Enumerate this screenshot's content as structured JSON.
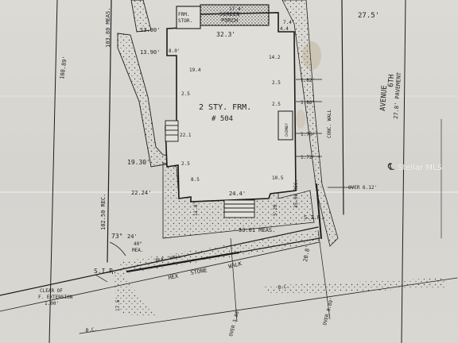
{
  "plat": {
    "house": {
      "label": "2 STY. FRM.",
      "number": "# 504",
      "width": "32.3'"
    },
    "porch": {
      "label_a": "FRM.",
      "label_b": "STOR.",
      "label_c": "SCREEN",
      "label_d": "PORCH",
      "width": "17.4'"
    },
    "dims": {
      "top_left_a": "13.90'",
      "top_left_b": "13.90'",
      "left_side": "19.4",
      "mid_left": "19.30'",
      "low_left": "22.24'",
      "bottom_house": "24.4'",
      "left_rec": "102.50 REC.",
      "right_rec": "103.80 MEAS.",
      "far_left": "108.89'",
      "frontage_top": "27.5'",
      "walk": "53.01 MEAS.",
      "right_rec_side": "35.00 REC.",
      "over_a": "OVER 6.12'",
      "over_b": "OVER 3.86'",
      "over_c": "OVER 8.00'",
      "angle_a": "73°",
      "angle_b": "24'",
      "angle_c": "40\"",
      "angle_d": "MEA.",
      "gap": "20.8'",
      "set": "17.5'",
      "r1": "1.82'",
      "r2": "1.80'",
      "r3": "1.76'",
      "r4": "1.72'",
      "s1": "14.2",
      "s2": "2.5",
      "s3": "2.5",
      "s4": "8.0'",
      "s5": "2.5",
      "s6": "22.1",
      "s7": "2.5",
      "s8": "8.5",
      "s9": "10.5",
      "s10": "11.8'",
      "s11": "5.20",
      "s12": "4.4",
      "s13": "7.4'"
    },
    "labels": {
      "sir_left": "S.I.R.",
      "sir_right": "S.I.R.",
      "blk_wall": "BLK. WALL",
      "conc_wall": "CONC. WALL",
      "hex_a": "HEX",
      "hex_b": "STONE",
      "hex_c": "WALK",
      "bc_left": "B.C.",
      "bc_right": "B.C.",
      "clear_a": "CLEAR OF",
      "clear_b": "F. EXTENSION",
      "clear_c": "1.00'",
      "street_a": "6TH",
      "street_b": "AVENUE",
      "street_c": "27.8' PAVEMENT",
      "centerline": "℄",
      "chimney": "CHIMNEY"
    },
    "watermark": "Stellar MLS"
  }
}
